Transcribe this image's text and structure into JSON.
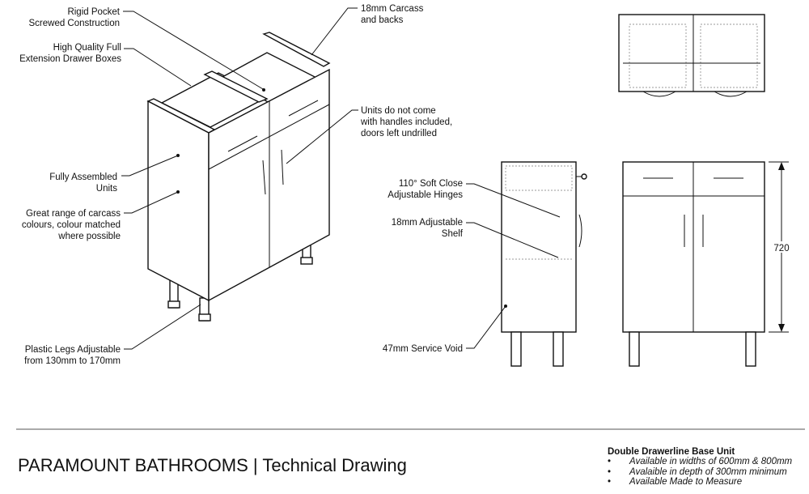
{
  "callouts": {
    "rigid_pocket": [
      "Rigid Pocket",
      "Screwed Construction"
    ],
    "drawer_boxes": [
      "High Quality Full",
      "Extension Drawer Boxes"
    ],
    "assembled": [
      "Fully Assembled",
      "Units"
    ],
    "colours": [
      "Great range of carcass",
      "colours, colour matched",
      "where possible"
    ],
    "legs": [
      "Plastic Legs Adjustable",
      "from 130mm to 170mm"
    ],
    "carcass": [
      "18mm Carcass",
      "and backs"
    ],
    "handles": [
      "Units do not come",
      "with handles included,",
      "doors left undrilled"
    ],
    "hinges": [
      "110° Soft Close",
      "Adjustable Hinges"
    ],
    "shelf": [
      "18mm Adjustable",
      "Shelf"
    ],
    "void": [
      "47mm Service Void"
    ]
  },
  "dimension": {
    "height": "720"
  },
  "footer": {
    "title": "PARAMOUNT BATHROOMS | Technical Drawing",
    "spec_heading": "Double Drawerline Base Unit",
    "spec_items": [
      "Available in widths of 600mm & 800mm",
      "Avalaible in depth of 300mm minimum",
      "Available Made to Measure"
    ]
  }
}
